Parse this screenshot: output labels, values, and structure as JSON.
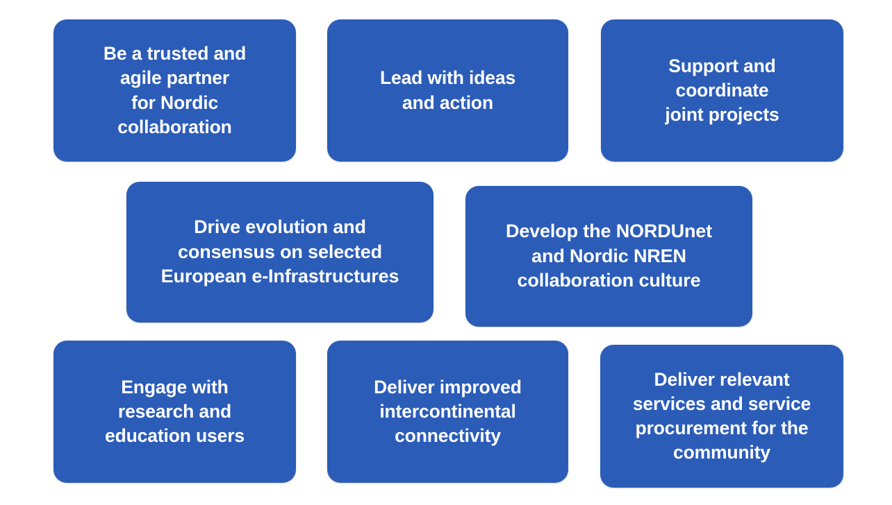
{
  "theme": {
    "card_color": "#2b5cb8",
    "text_color": "#ffffff",
    "background_color": "#ffffff"
  },
  "goals": [
    {
      "id": "trusted-agile-partner",
      "text": "Be a trusted and\nagile partner\nfor Nordic\ncollaboration"
    },
    {
      "id": "lead-with-ideas",
      "text": "Lead with ideas\nand action"
    },
    {
      "id": "support-coordinate-joint-projects",
      "text": "Support and\ncoordinate\njoint projects"
    },
    {
      "id": "drive-evolution-consensus",
      "text": "Drive evolution and\nconsensus on selected\nEuropean e-Infrastructures"
    },
    {
      "id": "develop-collaboration-culture",
      "text": "Develop the NORDUnet\nand Nordic NREN\ncollaboration culture"
    },
    {
      "id": "engage-research-education-users",
      "text": "Engage with\nresearch and\neducation users"
    },
    {
      "id": "deliver-intercontinental-connectivity",
      "text": "Deliver improved\nintercontinental\nconnectivity"
    },
    {
      "id": "deliver-services-procurement",
      "text": "Deliver relevant\nservices and service\nprocurement for the\ncommunity"
    }
  ]
}
